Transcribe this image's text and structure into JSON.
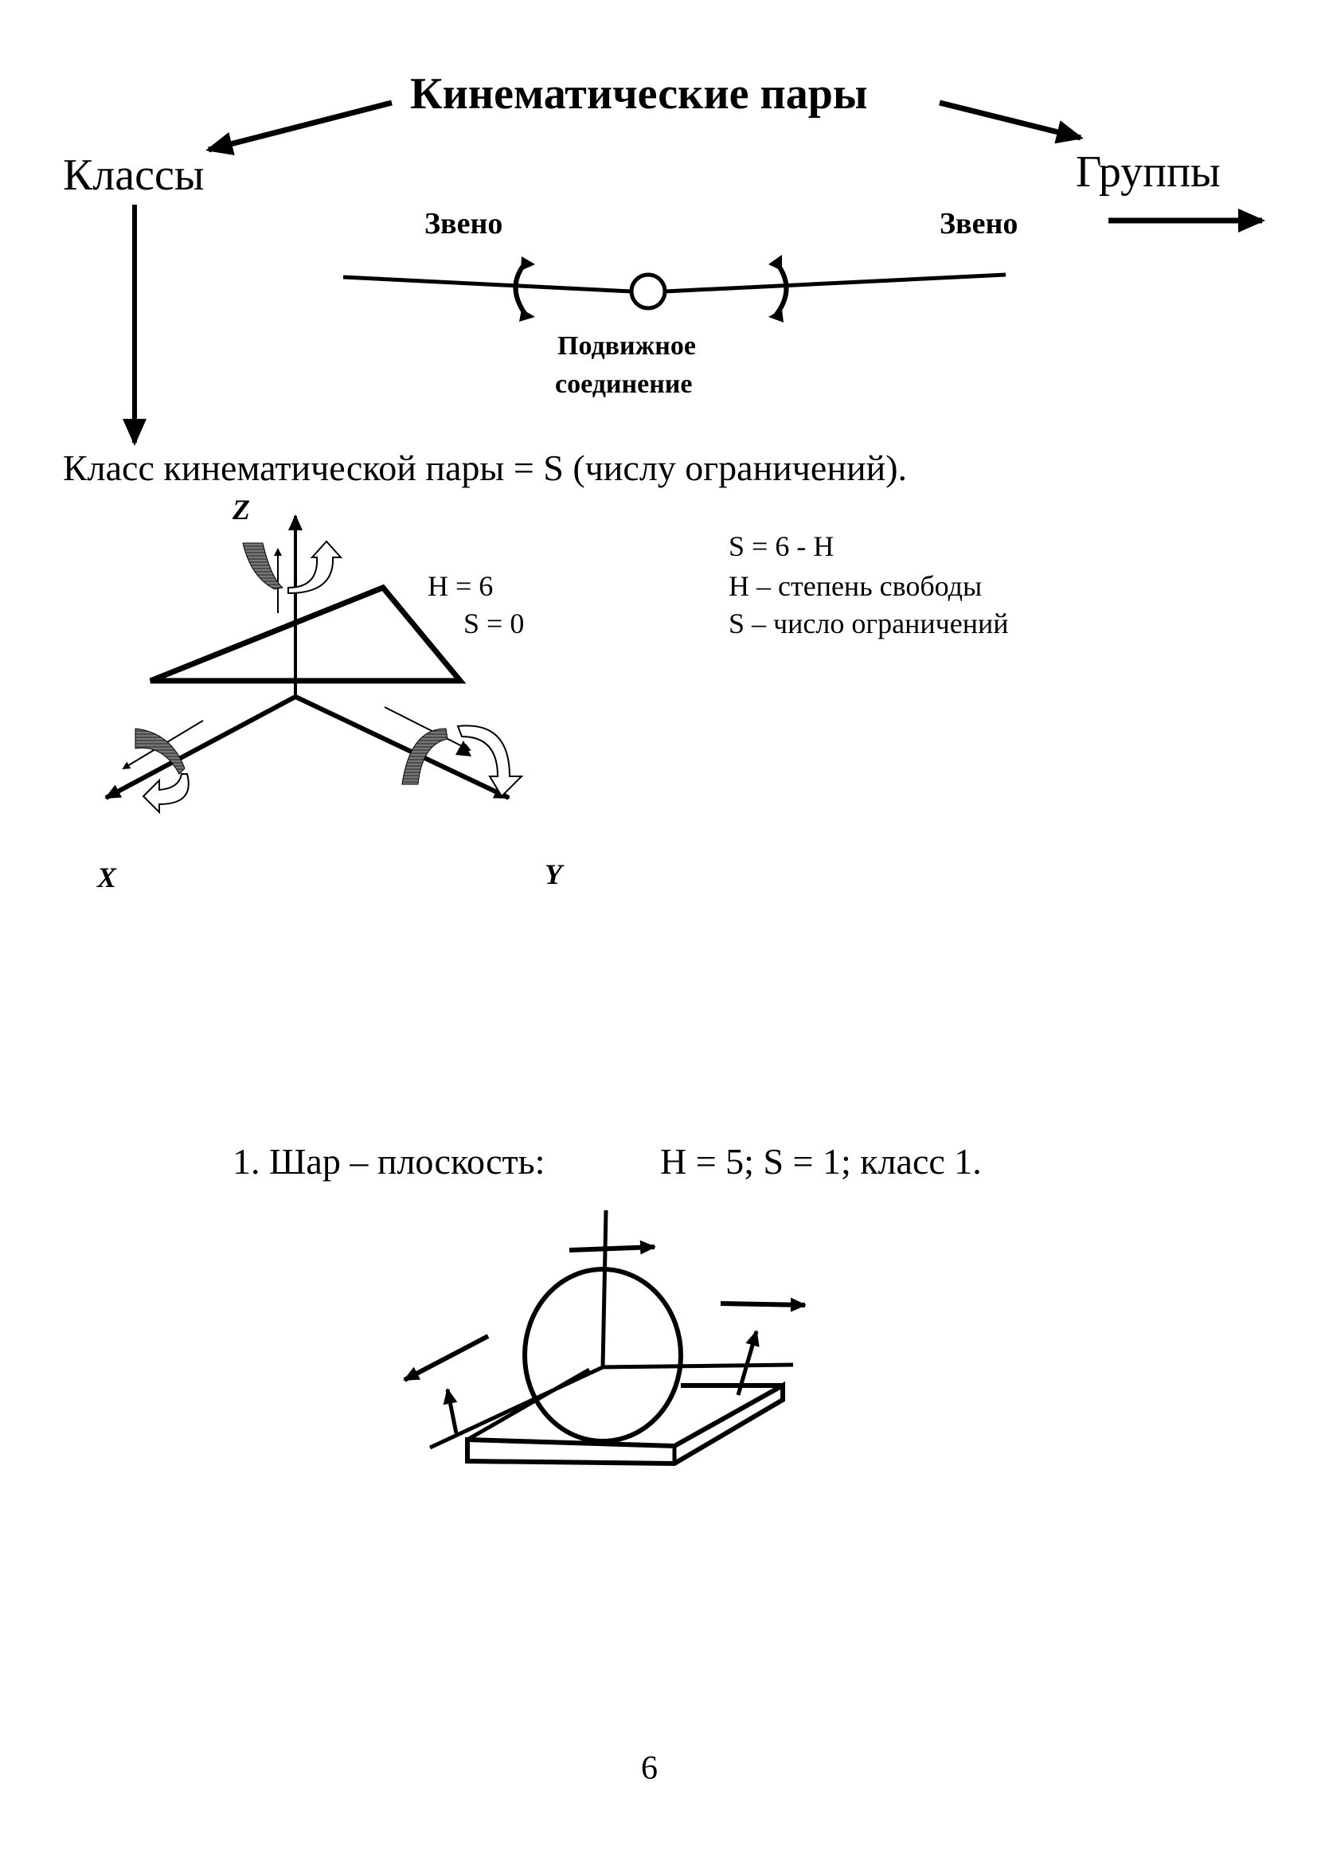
{
  "header": {
    "title": "Кинематические пары",
    "left_branch": "Классы",
    "right_branch": "Группы"
  },
  "link_diagram": {
    "left_link": "Звено",
    "right_link": "Звено",
    "joint_label_line1": "Подвижное",
    "joint_label_line2": "соединение"
  },
  "definition": "Класс кинематической пары = S (числу ограничений).",
  "axes_diagram": {
    "z_label": "Z",
    "x_label": "X",
    "y_label": "Y",
    "h_value": "H = 6",
    "s_value": "S = 0"
  },
  "formula": {
    "line1": "S = 6 - H",
    "line2": "H – степень свободы",
    "line3": "S – число ограничений"
  },
  "example": {
    "name": "1. Шар – плоскость:",
    "params": "H = 5; S = 1; класс 1."
  },
  "page_number": "6"
}
